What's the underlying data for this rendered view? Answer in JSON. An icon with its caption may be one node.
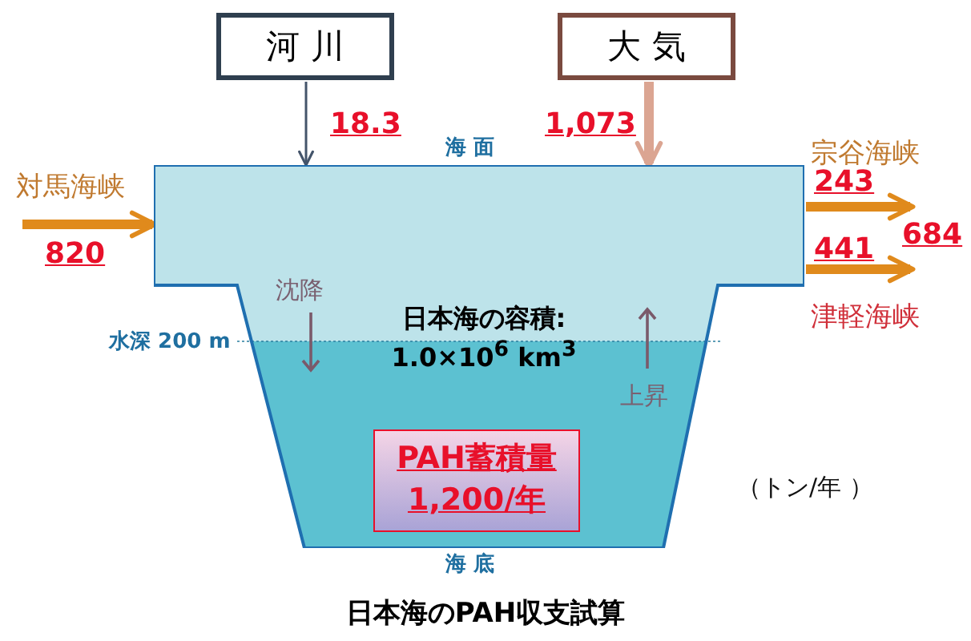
{
  "diagram": {
    "caption": "日本海のPAH収支試算",
    "nodes": [
      {
        "text": [
          "河 川"
        ]
      },
      {
        "text": [
          "大 気"
        ]
      },
      {
        "text": [
          "日本海の容積: 1.0×10$^{6}$ km$^{3}$"
        ]
      },
      {
        "text": [
          "PAH蓄積量 1,200/年"
        ],
        "in": 2
      },
      {
        "text": [
          "対馬海峡"
        ]
      },
      {
        "text": [
          "宗谷海峡"
        ]
      },
      {
        "text": [
          "津軽海峡"
        ]
      }
    ],
    "edges": [
      {
        "from": 0,
        "to": 2,
        "arrow": "to",
        "label": "18.3",
        "color": "#44546a"
      },
      {
        "from": 1,
        "to": 2,
        "arrow": "to",
        "label": "1,073",
        "color": "#dba592"
      },
      {
        "from": 4,
        "to": 2,
        "arrow": "to",
        "label": "820"
      },
      {
        "from": 2,
        "to": 5,
        "arrow": "to",
        "label": "243"
      },
      {
        "from": 2,
        "to": 6,
        "arrow": "to",
        "label": "441"
      }
    ],
    "labels": [
      "海 面",
      "684",
      "沈降",
      "水深 200 m",
      "上昇",
      "（トン/年 ）",
      "海 底"
    ]
  }
}
